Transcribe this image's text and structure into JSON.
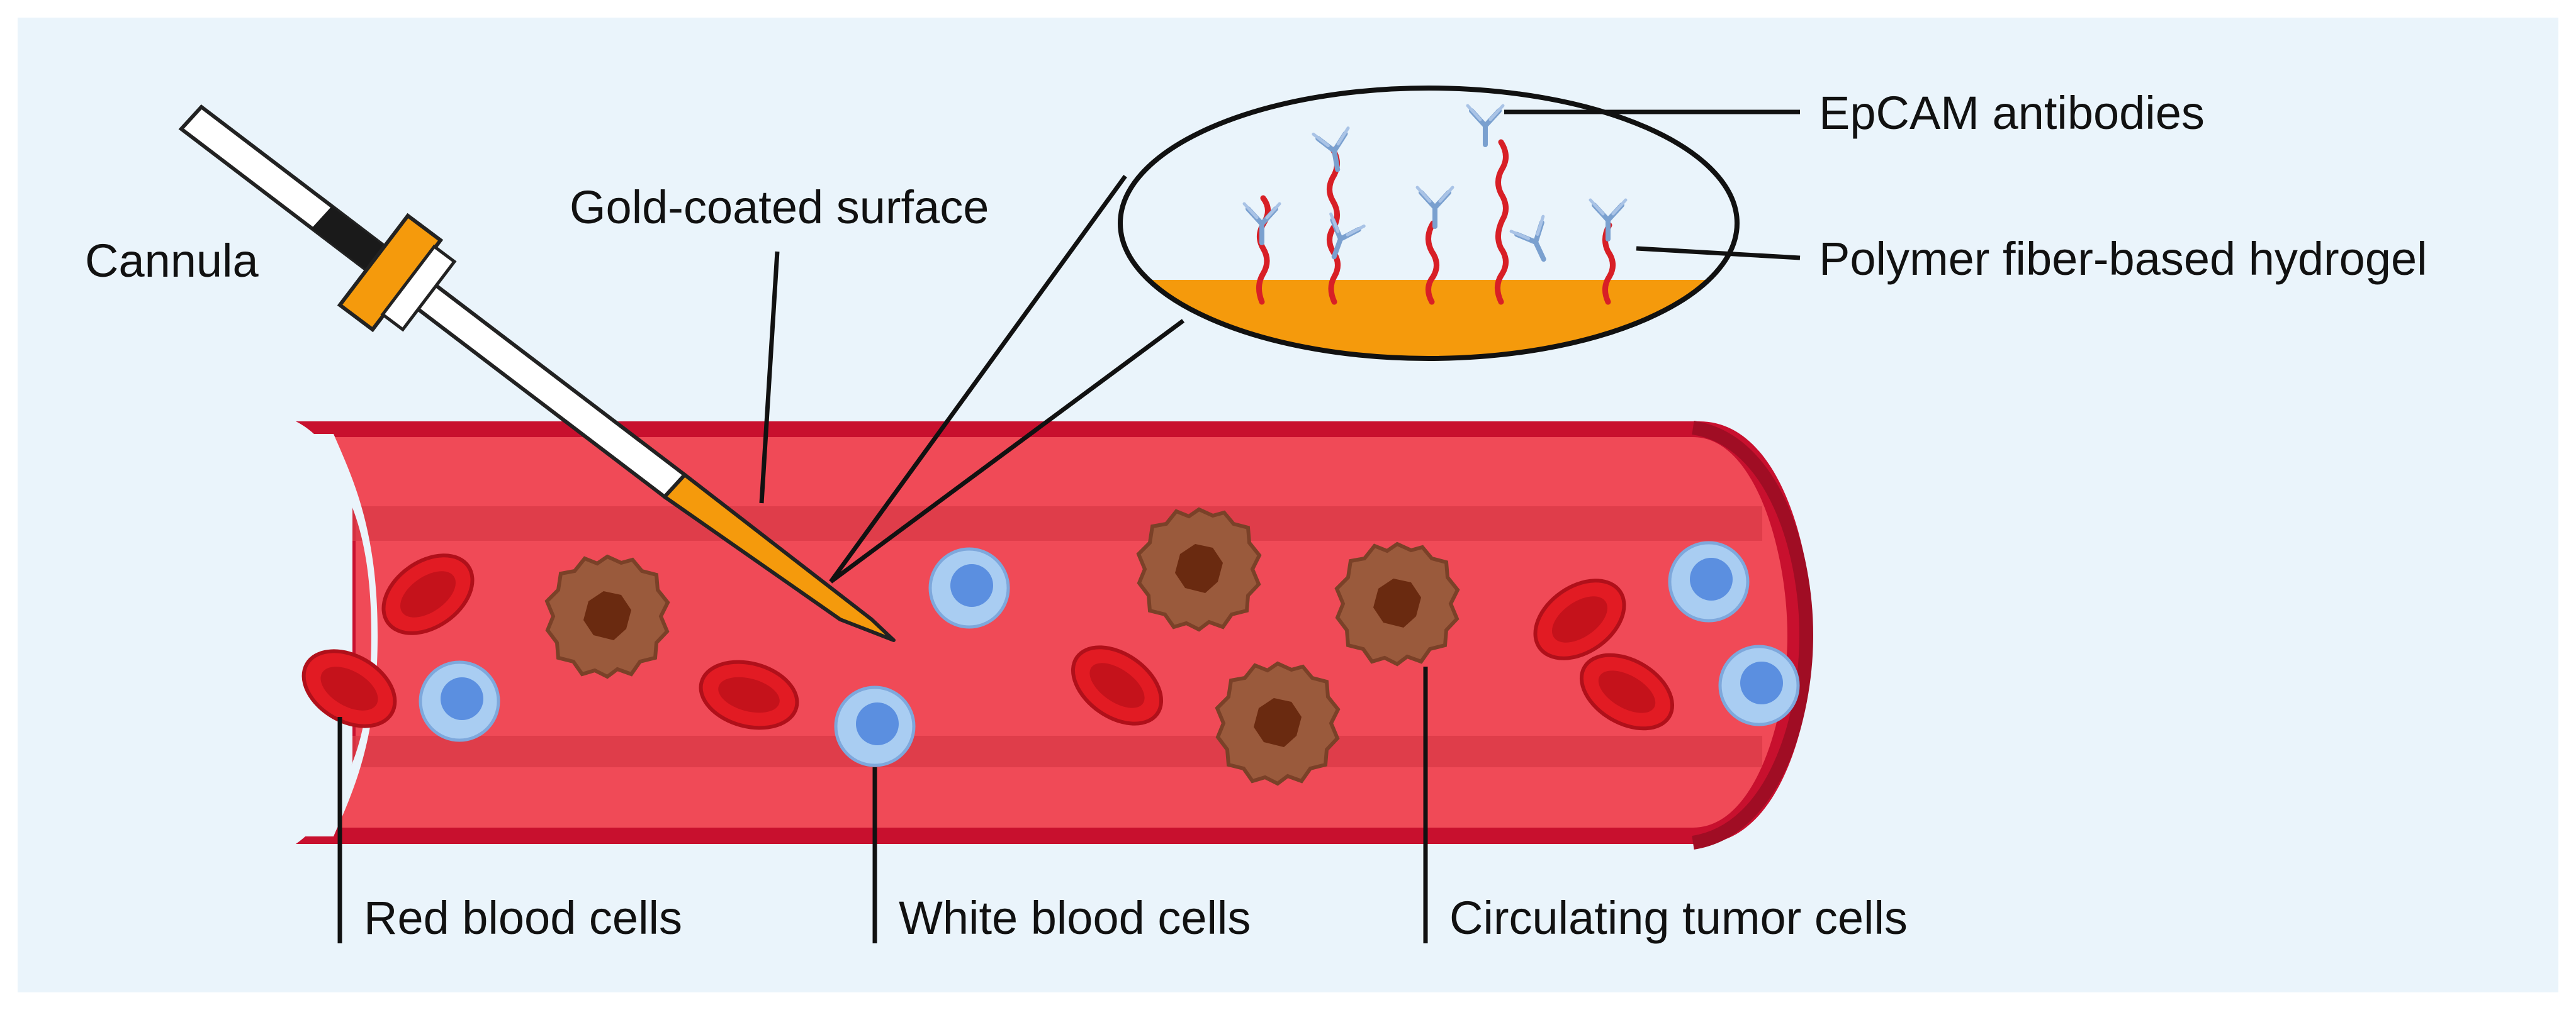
{
  "labels": {
    "cannula": "Cannula",
    "gold_surface": "Gold-coated surface",
    "epcam": "EpCAM antibodies",
    "hydrogel": "Polymer fiber-based hydrogel",
    "rbc": "Red blood cells",
    "wbc": "White blood cells",
    "ctc": "Circulating tumor cells"
  },
  "colors": {
    "background": "#eaf4fb",
    "vessel_wall": "#c8102e",
    "vessel_lumen": "#f04a57",
    "gold": "#f59a0c",
    "red_cell": "#e21b23",
    "white_cell_outer": "#a9cdf2",
    "white_cell_nucleus": "#5b8fe0",
    "tumor_cell": "#9a5a3c",
    "tumor_nucleus": "#6a2a10",
    "antibody": "#7aa0cf",
    "polymer_fiber": "#d81f26"
  }
}
